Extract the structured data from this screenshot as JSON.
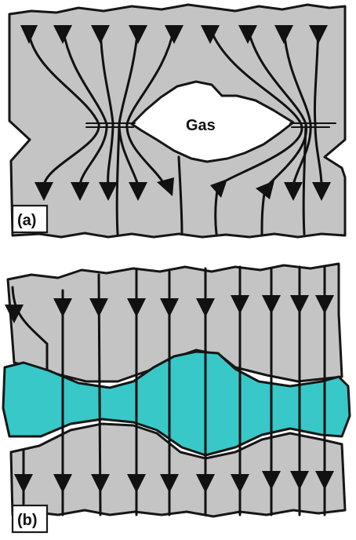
{
  "panel_a": {
    "label": "(a)",
    "pore_label": "Gas"
  },
  "panel_b": {
    "label": "(b)"
  },
  "colors": {
    "rock": "#c4c4c4",
    "gas_pore": "#ffffff",
    "liquid": "#38c8c8",
    "lines": "#111111"
  }
}
